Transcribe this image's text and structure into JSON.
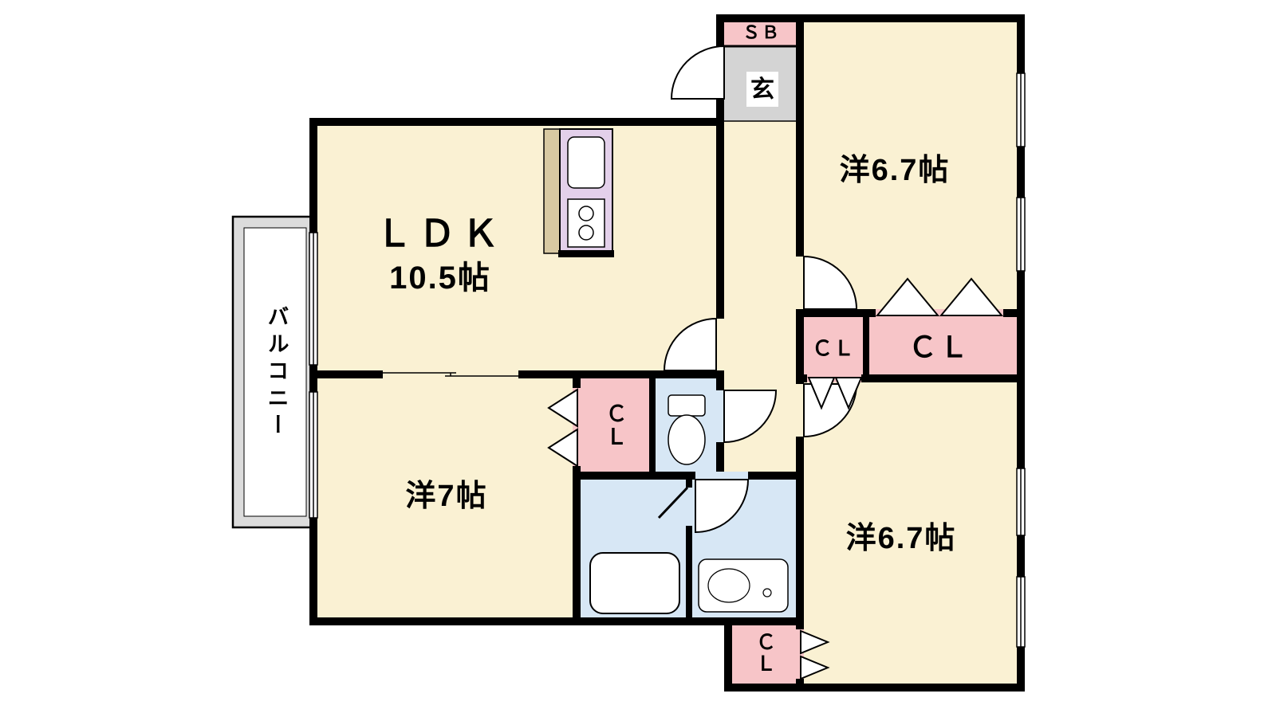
{
  "palette": {
    "wall": "#000000",
    "room": "#FAF1D3",
    "closet": "#F7C5C8",
    "wet_area": "#D7E7F5",
    "kitchen_unit": "#E3D0EA",
    "kitchen_counter": "#D8C9A2",
    "entrance_floor": "#D4D4D4",
    "balcony": "#DCDCDC",
    "fixture": "#FFFFFF"
  },
  "labels": {
    "ldk_name": "ＬＤＫ",
    "ldk_size": "10.5帖",
    "bedroom_top_right": "洋6.7帖",
    "bedroom_bottom_left": "洋7帖",
    "bedroom_bottom_right": "洋6.7帖",
    "balcony": "バルコニー",
    "entrance": "玄",
    "shoe_box": "ＳＢ",
    "closet_hall": "ＣＬ",
    "closet_top_right": "ＣＬ",
    "closet_bottom_left": "ＣＬ",
    "closet_bottom_right": "ＣＬ"
  }
}
